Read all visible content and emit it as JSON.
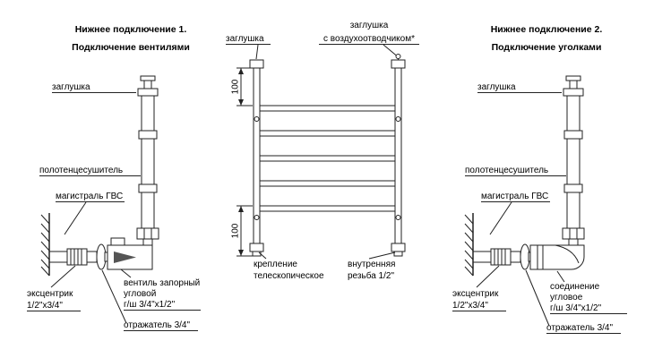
{
  "panels": {
    "left": {
      "title_line1": "Нижнее подключение 1.",
      "title_line2": "Подключение вентилями",
      "labels": {
        "plug": "заглушка",
        "towel_rail": "полотенцесушитель",
        "hws_main": "магистраль ГВС",
        "eccentric_line1": "эксцентрик",
        "eccentric_line2": "1/2\"x3/4\"",
        "valve_line1": "вентиль запорный",
        "valve_line2": "угловой",
        "valve_line3": "г/ш 3/4\"x1/2\"",
        "reflector": "отражатель 3/4\""
      }
    },
    "center": {
      "labels": {
        "plug": "заглушка",
        "air_vent_plug_line1": "заглушка",
        "air_vent_plug_line2": "с воздухоотводчиком*",
        "mount_line1": "крепление",
        "mount_line2": "телескопическое",
        "thread_line1": "внутренняя",
        "thread_line2": "резьба 1/2\"",
        "dim_top": "100",
        "dim_bottom": "100"
      }
    },
    "right": {
      "title_line1": "Нижнее подключение 2.",
      "title_line2": "Подключение уголками",
      "labels": {
        "plug": "заглушка",
        "towel_rail": "полотенцесушитель",
        "hws_main": "магистраль ГВС",
        "eccentric_line1": "эксцентрик",
        "eccentric_line2": "1/2\"x3/4\"",
        "corner_line1": "соединение",
        "corner_line2": "угловое",
        "corner_line3": "г/ш 3/4\"x1/2\"",
        "reflector": "отражатель 3/4\""
      }
    }
  },
  "colors": {
    "line": "#222222",
    "text": "#000000",
    "background": "#ffffff"
  }
}
